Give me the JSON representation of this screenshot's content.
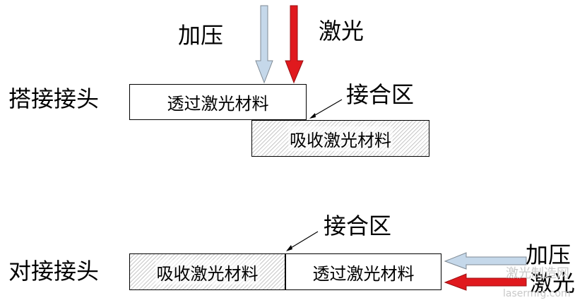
{
  "top": {
    "pressure_label": "加压",
    "laser_label": "激光",
    "joint_label": "搭接接头",
    "upper_material": "透过激光材料",
    "lower_material": "吸收激光材料",
    "bond_zone_label": "接合区"
  },
  "bottom": {
    "joint_label": "对接接头",
    "left_material": "吸收激光材料",
    "right_material": "透过激光材料",
    "bond_zone_label": "接合区",
    "pressure_label": "加压",
    "laser_label": "激光"
  },
  "watermark": {
    "line1": "激光制造网",
    "line2": "lasermfg.com"
  },
  "colors": {
    "pressure_arrow": "#c5d8ea",
    "laser_arrow": "#e0191e",
    "outline": "#000000"
  }
}
